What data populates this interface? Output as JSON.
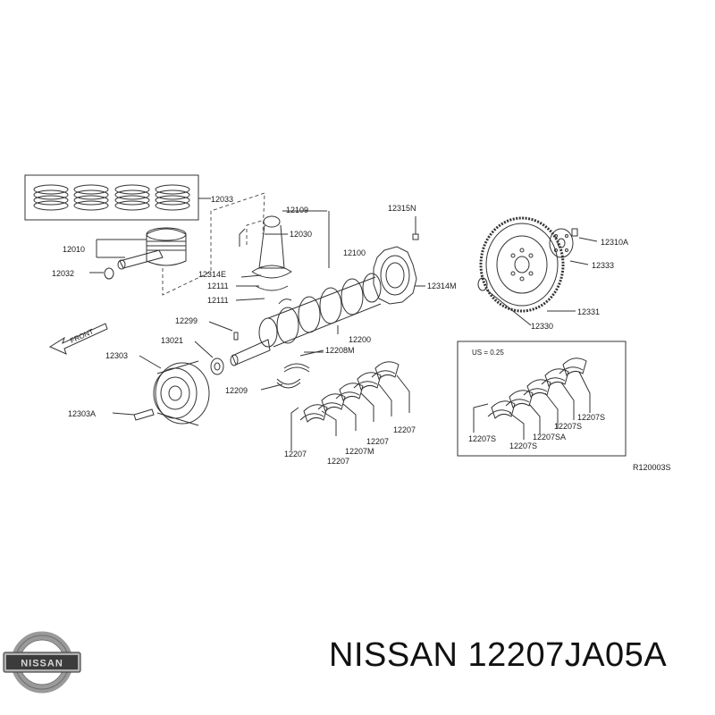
{
  "labels": {
    "rings": "12033",
    "piston": "12010",
    "pin_clip": "12032",
    "rod": "12109",
    "rod_bolt": "12030",
    "rod_bearing_e": "12314E",
    "bearing_a": "12111",
    "bearing_b": "12111",
    "crank_assy": "12100",
    "plate_bolt": "12315N",
    "plate": "12314M",
    "dowel": "12299",
    "key": "13021",
    "pulley": "12303",
    "pulley_bolt": "12303A",
    "thrust_m": "12208M",
    "thrust": "12209",
    "crank": "12200",
    "flywheel_bolt": "12310A",
    "flywheel_plate": "12333",
    "flywheel": "12330",
    "pilot": "12331",
    "main_1": "12207",
    "main_2": "12207",
    "main_3": "12207",
    "main_4": "12207",
    "main_m": "12207M",
    "us_s1": "12207S",
    "us_s2": "12207S",
    "us_sa": "12207SA",
    "us_s3": "12207S",
    "us_s4": "12207S",
    "us_note": "US = 0.25",
    "front": "FRONT",
    "ref": "R120003S"
  },
  "brand": {
    "logo_text": "NISSAN",
    "title": "NISSAN 12207JA05A"
  },
  "colors": {
    "ink": "#222222",
    "line": "#3a3a3a",
    "logo_silver": "#9a9a9a",
    "logo_dark": "#3c3c3c"
  }
}
